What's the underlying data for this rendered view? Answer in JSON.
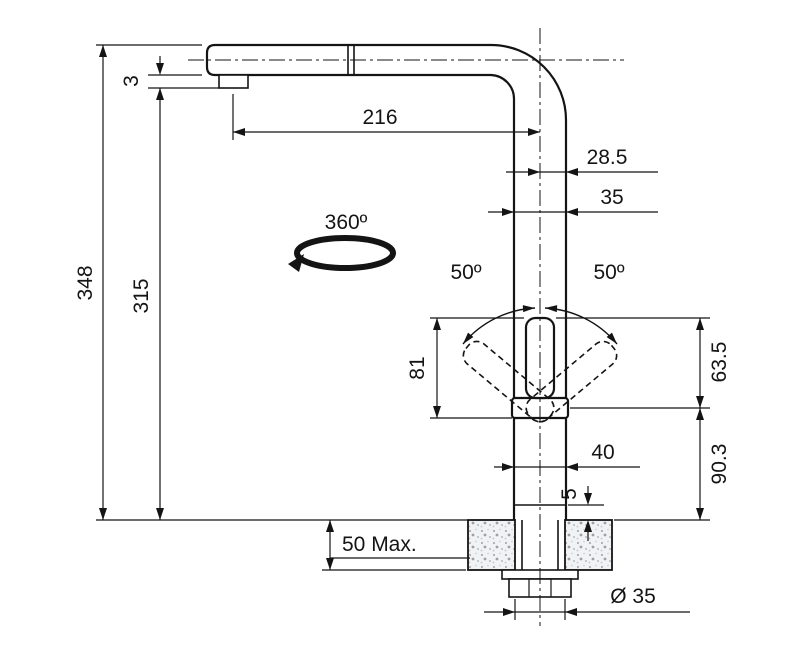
{
  "meta": {
    "title": "Pull-out kitchen tap dimensional drawing"
  },
  "labels": {
    "total_height": "348",
    "spout_height": "315",
    "aerator_drop": "3",
    "spout_reach": "216",
    "rear_offset": "28.5",
    "body_diameter": "35",
    "swivel_range": "360º",
    "lever_angle_left": "50º",
    "lever_angle_right": "50º",
    "lever_length": "81",
    "lever_top_to_pivot": "63.5",
    "pivot_to_deck": "90.3",
    "base_diameter": "40",
    "base_ring_height": "5",
    "deck_thickness_max": "50 Max.",
    "hole_diameter": "Ø 35"
  }
}
